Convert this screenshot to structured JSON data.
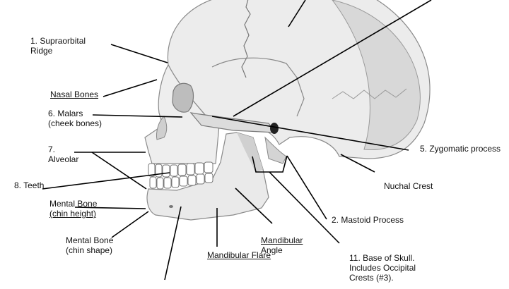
{
  "labels": {
    "supraorbital": [
      "1. Supraorbital",
      "Ridge"
    ],
    "nasal": "Nasal Bones",
    "malars": [
      "6. Malars",
      "(cheek bones)"
    ],
    "alveolar": [
      "7.",
      "Alveolar"
    ],
    "teeth": "8. Teeth",
    "mental_height": [
      "Mental Bone",
      "(chin height)"
    ],
    "mental_shape": [
      "Mental Bone",
      "(chin shape)"
    ],
    "mandibular_flare": "Mandibular Flare",
    "mandibular_angle": [
      "Mandibular",
      "Angle"
    ],
    "mastoid": "2. Mastoid Process",
    "base_skull": [
      "11. Base of Skull.",
      "Includes Occipital",
      "Crests (#3)."
    ],
    "nuchal": "Nuchal Crest",
    "zygomatic": "5. Zygomatic process"
  },
  "colors": {
    "bone_fill": "#ececec",
    "bone_shadow": "#c9c9c9",
    "line": "#000000"
  }
}
